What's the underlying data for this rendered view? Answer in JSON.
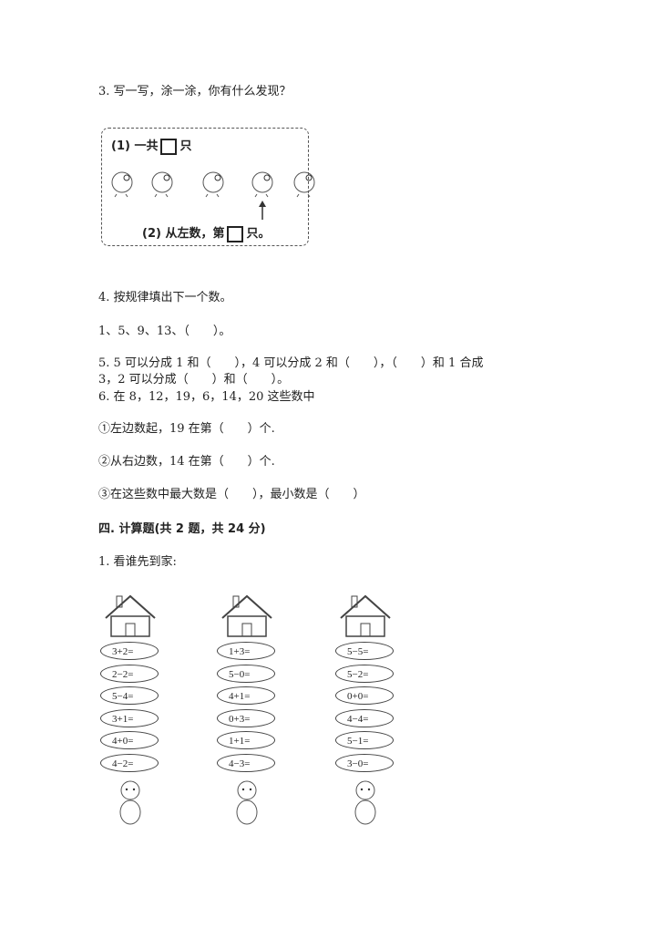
{
  "q3": {
    "title": "3. 写一写，涂一涂，你有什么发现？",
    "figure": {
      "part1_prefix": "(1) 一共",
      "part1_suffix": "只",
      "part2_prefix": "(2) 从左数，第",
      "part2_suffix": "只。",
      "chick_count": 5
    }
  },
  "q4": {
    "title": "4. 按规律填出下一个数。",
    "sequence": "1、5、9、13、（　　）。"
  },
  "q5": {
    "line1": "5. 5 可以分成 1 和（　　），4 可以分成 2 和（　　），（　　）和 1 合成",
    "line2": "3，2 可以分成（　　）和（　　）。"
  },
  "q6": {
    "title": "6. 在 8，12，19，6，14，20 这些数中",
    "items": [
      "①左边数起，19 在第（　　）个.",
      "②从右边数，14 在第（　　）个.",
      "③在这些数中最大数是（　　），最小数是（　　）"
    ]
  },
  "section4": {
    "title": "四. 计算题(共 2 题，共 24 分)"
  },
  "calc1": {
    "title": "1. 看谁先到家:",
    "columns": [
      {
        "house": "house-icon",
        "animal": "pig-icon",
        "problems": [
          "3+2=",
          "2−2=",
          "5−4=",
          "3+1=",
          "4+0=",
          "4−2="
        ]
      },
      {
        "house": "house-icon",
        "animal": "dog-icon",
        "problems": [
          "1+3=",
          "5−0=",
          "4+1=",
          "0+3=",
          "1+1=",
          "4−3="
        ]
      },
      {
        "house": "house-icon",
        "animal": "rabbit-icon",
        "problems": [
          "5−5=",
          "5−2=",
          "0+0=",
          "4−4=",
          "5−1=",
          "3−0="
        ]
      }
    ]
  }
}
